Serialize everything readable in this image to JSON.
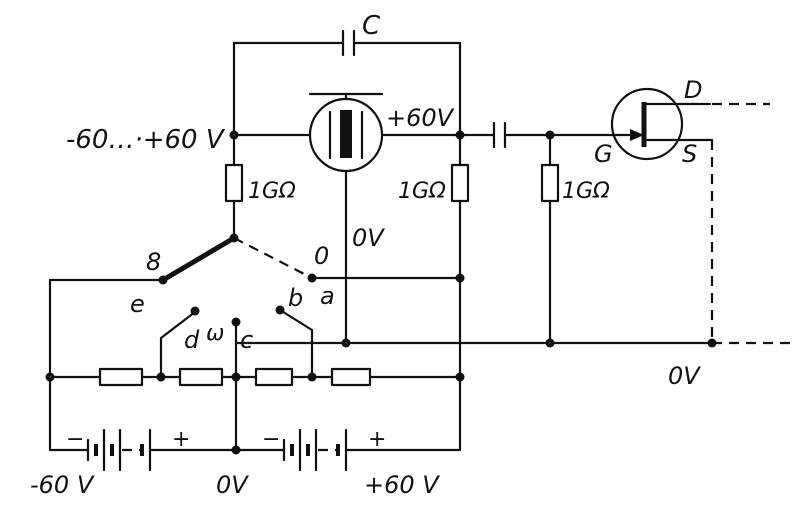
{
  "labels": {
    "input_range": "-60…·+60 V",
    "cap_c": "C",
    "plus60_top": "+60V",
    "r_left": "1GΩ",
    "r_mid": "1GΩ",
    "r_right": "1GΩ",
    "zero_v_mid": "0V",
    "sw_8": "8",
    "sw_0": "0",
    "pos_e": "e",
    "pos_a": "a",
    "pos_d": "d",
    "pos_b": "b",
    "pos_c": "c",
    "omega": "ω",
    "fet_d": "D",
    "fet_g": "G",
    "fet_s": "S",
    "zero_v_right": "0V",
    "bat_minus_l": "−",
    "bat_plus_l": "+",
    "bat_minus_r": "−",
    "bat_plus_r": "+",
    "minus60_bottom": "-60 V",
    "zero_v_bottom": "0V",
    "plus60_bottom": "+60 V"
  }
}
